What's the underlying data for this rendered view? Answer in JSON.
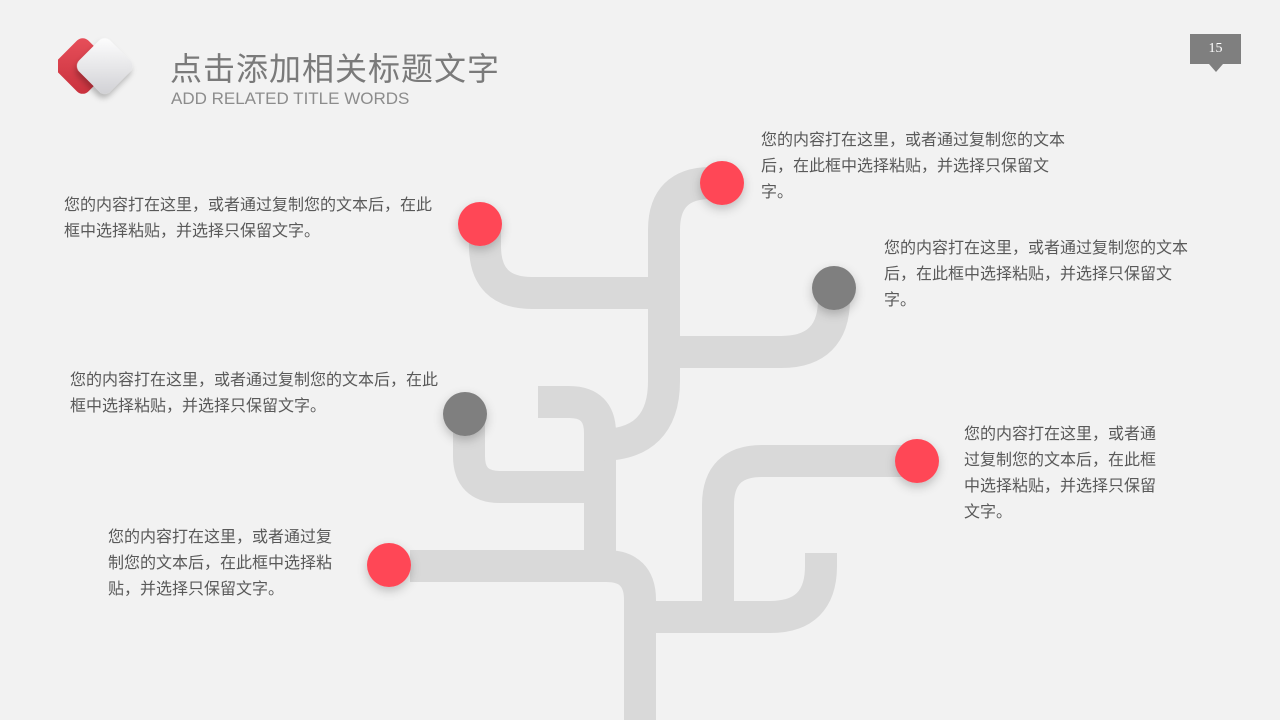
{
  "header": {
    "title": "点击添加相关标题文字",
    "subtitle": "ADD RELATED TITLE WORDS",
    "page_number": "15"
  },
  "colors": {
    "accent": "#ff4757",
    "node_gray": "#7f7f7f",
    "branch": "#d9d9d9",
    "text": "#595959"
  },
  "diagram": {
    "nodes": [
      {
        "color": "red",
        "text": "您的内容打在这里，或者通过复制您的文本后，在此框中选择粘贴，并选择只保留文字。"
      },
      {
        "color": "red",
        "text": "您的内容打在这里，或者通过复制您的文本后，在此框中选择粘贴，并选择只保留文字。"
      },
      {
        "color": "gray",
        "text": "您的内容打在这里，或者通过复制您的文本后，在此框中选择粘贴，并选择只保留文字。"
      },
      {
        "color": "gray",
        "text": "您的内容打在这里，或者通过复制您的文本后，在此框中选择粘贴，并选择只保留文字。"
      },
      {
        "color": "red",
        "text": "您的内容打在这里，或者通过复制您的文本后，在此框中选择粘贴，并选择只保留文字。"
      },
      {
        "color": "red",
        "text": "您的内容打在这里，或者通过复制您的文本后，在此框中选择粘贴，并选择只保留文字。"
      }
    ]
  }
}
